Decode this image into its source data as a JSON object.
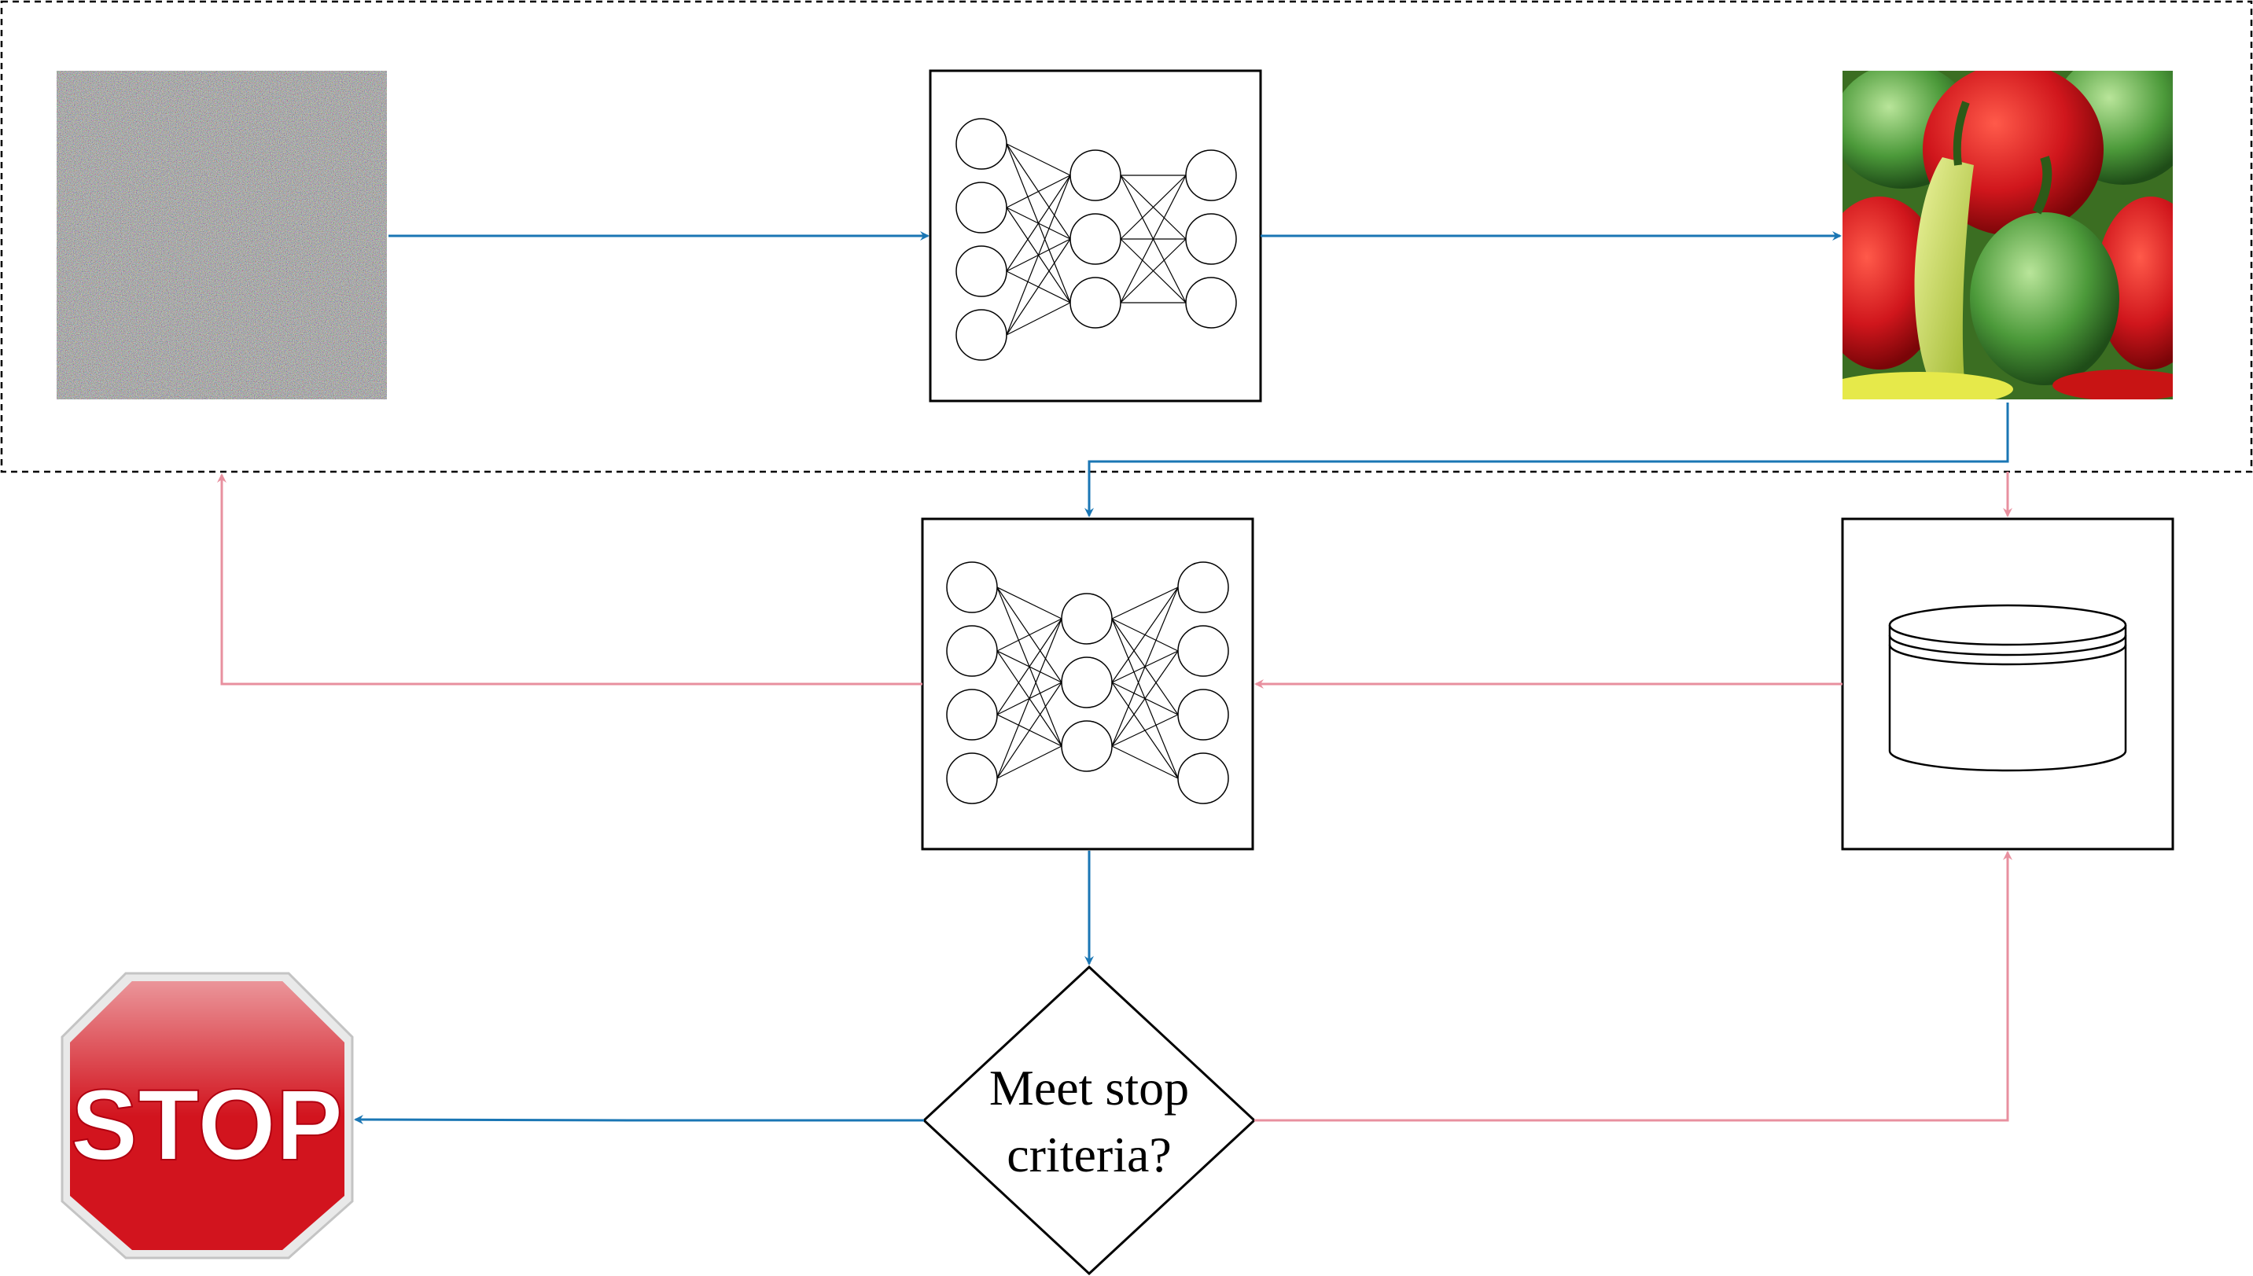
{
  "decision": {
    "line1": "Meet stop",
    "line2": "criteria?"
  },
  "stop_sign": {
    "text": "STOP"
  },
  "colors": {
    "forward_arrow": "#1a76b4",
    "feedback_arrow": "#e8909f",
    "stop_red": "#d2141e",
    "stroke": "#000000"
  },
  "icons": {
    "noise_image": "random-noise-image",
    "generator": "neural-network-icon",
    "output_image": "peppers-image",
    "discriminator": "neural-network-icon",
    "dataset": "database-cylinder-icon",
    "stop": "stop-sign-icon"
  }
}
